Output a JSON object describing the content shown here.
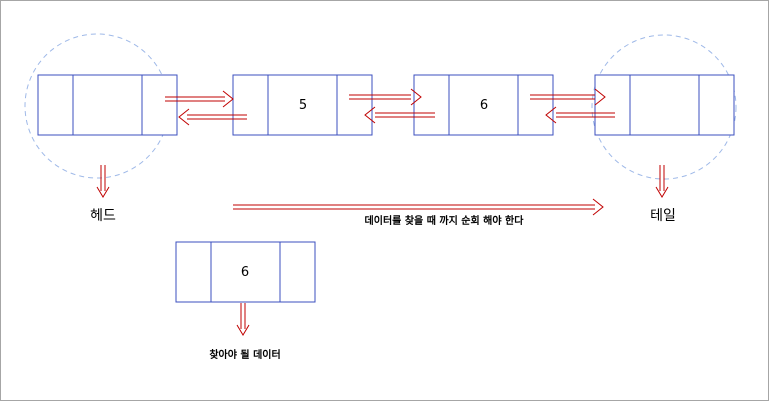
{
  "linked_list": {
    "nodes": [
      {
        "value": ""
      },
      {
        "value": "5"
      },
      {
        "value": "6"
      },
      {
        "value": ""
      }
    ],
    "head_label": "헤드",
    "tail_label": "테일",
    "traverse_note": "데이터를 찾을 때 까지 순회 해야 한다"
  },
  "search_target": {
    "value": "6",
    "caption": "찾아야 될 데이터"
  },
  "colors": {
    "node_border": "#3b4fbf",
    "arrow": "#c00000",
    "highlight_circle": "#9fb9e8",
    "frame": "#a6a6a6"
  }
}
